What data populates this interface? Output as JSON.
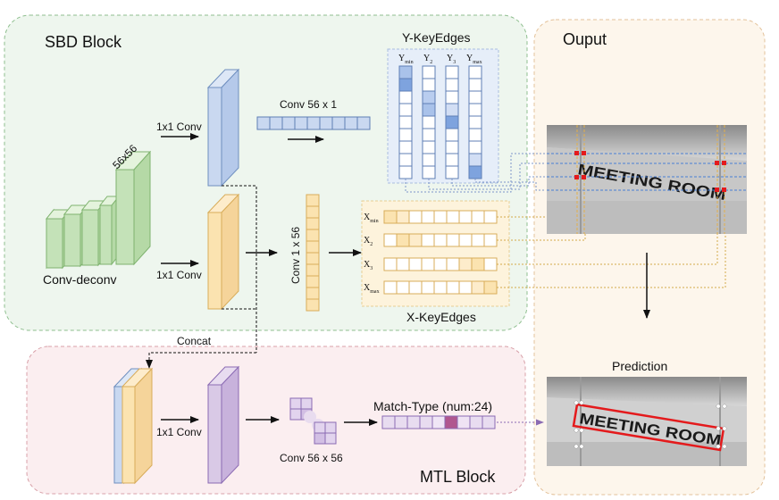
{
  "blocks": {
    "sbd": "SBD Block",
    "mtl": "MTL Block",
    "output": "Ouput"
  },
  "labels": {
    "conv_deconv": "Conv-deconv",
    "size_56": "56x56",
    "conv_1x1_top": "1x1 Conv",
    "conv_1x1_mid": "1x1 Conv",
    "conv_1x1_bottom": "1x1 Conv",
    "conv_56x1": "Conv 56 x 1",
    "conv_1x56": "Conv 1 x 56",
    "conv_56x56": "Conv 56 x 56",
    "concat": "Concat",
    "match_type": "Match-Type (num:24)",
    "y_keyedges": "Y-KeyEdges",
    "x_keyedges": "X-KeyEdges",
    "prediction": "Prediction"
  },
  "y_columns": [
    {
      "base": "Y",
      "sub": "min"
    },
    {
      "base": "Y",
      "sub": "2"
    },
    {
      "base": "Y",
      "sub": "3"
    },
    {
      "base": "Y",
      "sub": "max"
    }
  ],
  "x_rows": [
    {
      "base": "X",
      "sub": "min"
    },
    {
      "base": "X",
      "sub": "2"
    },
    {
      "base": "X",
      "sub": "3"
    },
    {
      "base": "X",
      "sub": "max"
    }
  ],
  "scene_text": {
    "top_sign": "MEETING ROOM",
    "bottom_sign": "MEETING ROOM"
  },
  "colors": {
    "green_panel": "#eef6ee",
    "pink_panel": "#fbeef0",
    "peach_panel": "#fdf6ec",
    "blue_feature": "#c9d8f0",
    "yellow_feature": "#fbe3b0",
    "purple_feature": "#d9c9e6",
    "green_layer": "#c4e2b8",
    "red_box": "#e41a1c"
  }
}
